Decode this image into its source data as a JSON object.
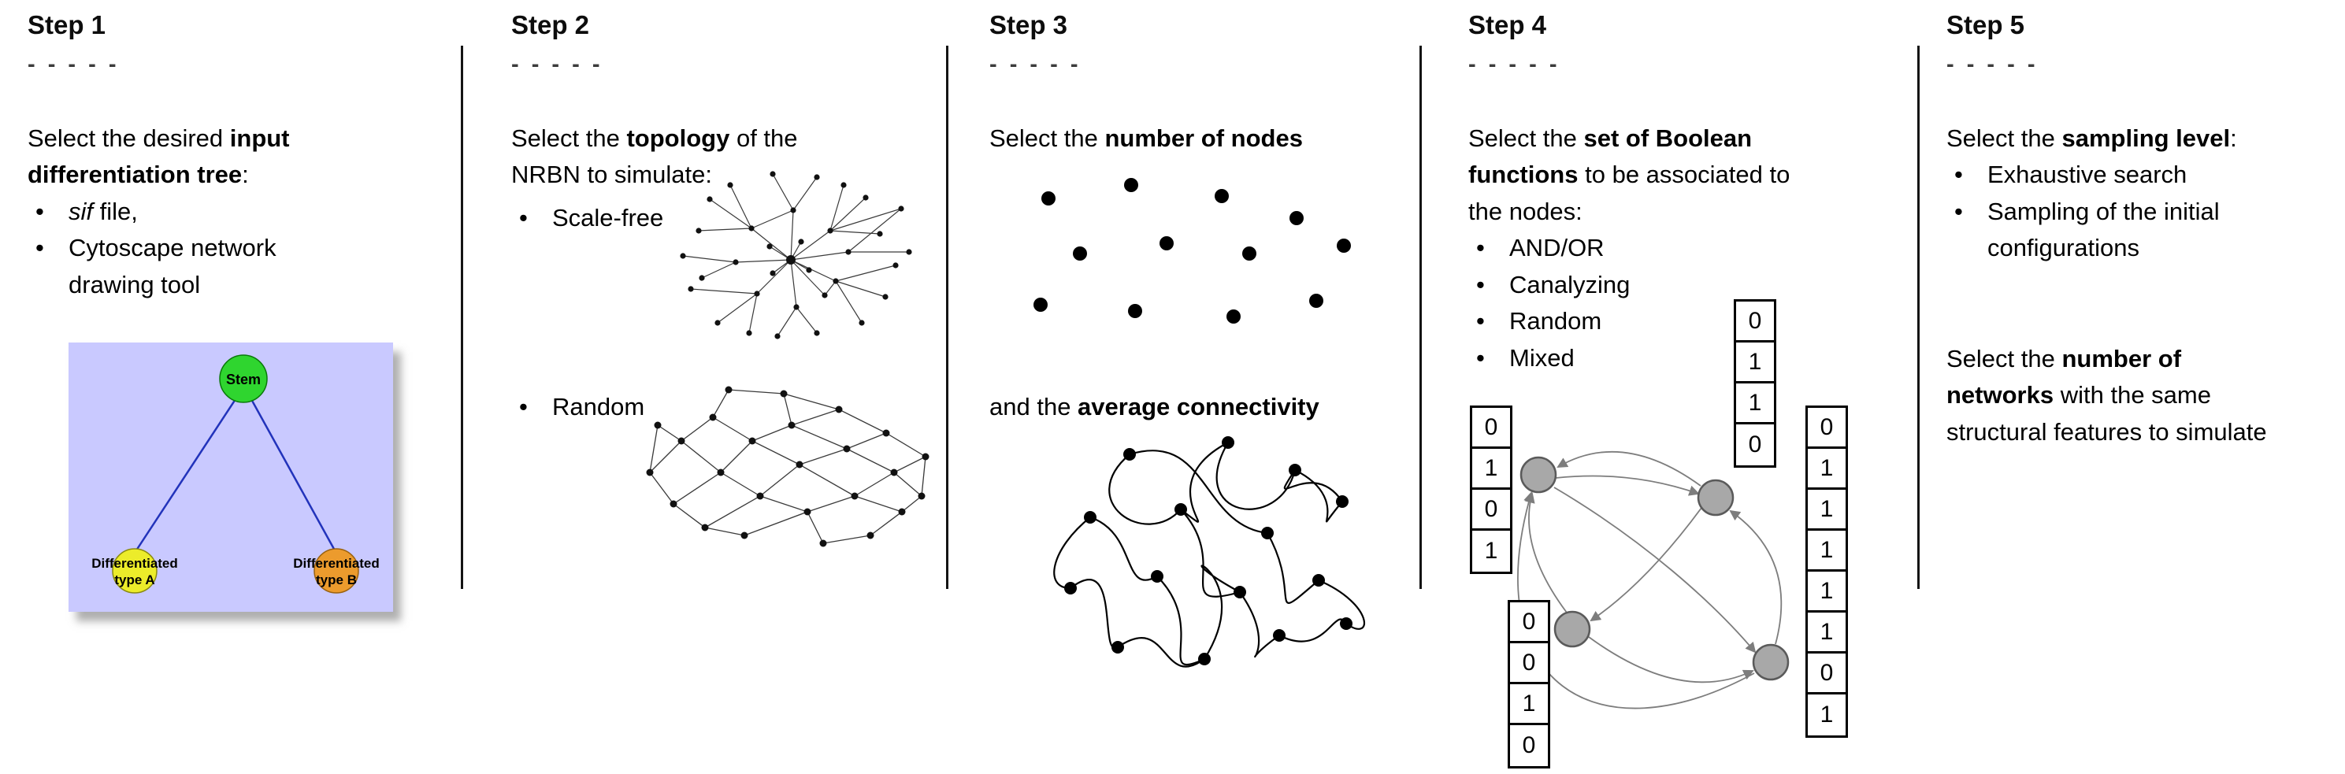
{
  "step1": {
    "title": "Step 1",
    "dashes": "- - - - -",
    "intro": {
      "pre": "Select the desired ",
      "bold": "input differentiation tree",
      "post": ":"
    },
    "bullet1": {
      "italic": "sif",
      "rest": " file,"
    },
    "bullet2": "Cytoscape network drawing tool",
    "tree": {
      "stem": "Stem",
      "type_a_line1": "Differentiated",
      "type_a_line2": "type A",
      "type_b_line1": "Differentiated",
      "type_b_line2": "type B",
      "colors": {
        "background": "#c9c9ff",
        "stem": "#2fd52f",
        "type_a": "#ecec2a",
        "type_b": "#ec9b2d",
        "edge": "#2233bb"
      }
    }
  },
  "step2": {
    "title": "Step 2",
    "dashes": "- - - - -",
    "intro": {
      "pre": "Select the ",
      "bold": "topology",
      "post": " of the NRBN to simulate:"
    },
    "bullet1": "Scale-free",
    "bullet2": "Random"
  },
  "step3": {
    "title": "Step 3",
    "dashes": "- - - - -",
    "intro": {
      "pre": "Select the ",
      "bold": "number of nodes",
      "post": ""
    },
    "second": {
      "pre": "and the ",
      "bold": "average connectivity",
      "post": ""
    }
  },
  "step4": {
    "title": "Step 4",
    "dashes": "- - - - -",
    "intro": {
      "pre": "Select the ",
      "bold": "set of Boolean functions",
      "post": " to be associated to the nodes:"
    },
    "bullets": [
      "AND/OR",
      "Canalyzing",
      "Random",
      "Mixed"
    ],
    "node_color": "#a8a8a8",
    "tables": {
      "left": [
        "0",
        "1",
        "0",
        "1"
      ],
      "top": [
        "0",
        "1",
        "1",
        "0"
      ],
      "bottom": [
        "0",
        "0",
        "1",
        "0"
      ],
      "right": [
        "0",
        "1",
        "1",
        "1",
        "1",
        "1",
        "0",
        "1"
      ]
    }
  },
  "step5": {
    "title": "Step 5",
    "dashes": "- - - - -",
    "intro": {
      "pre": "Select the ",
      "bold": "sampling level",
      "post": ":"
    },
    "bullets": [
      "Exhaustive search",
      "Sampling of the initial configurations"
    ],
    "second": {
      "pre": "Select the ",
      "bold": "number of networks",
      "post": " with the same structural features to simulate"
    }
  }
}
